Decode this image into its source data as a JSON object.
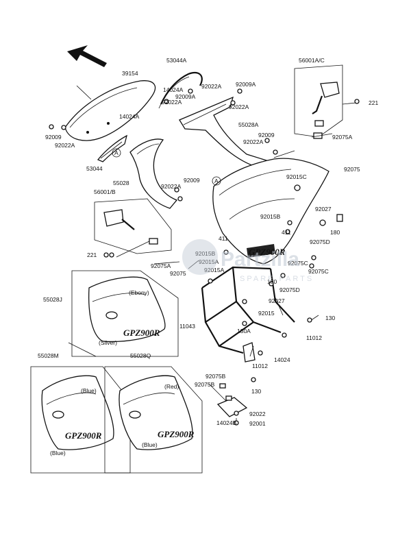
{
  "diagram": {
    "part_labels": {
      "l_39154": "39154",
      "l_53044A": "53044A",
      "l_56001AC": "56001A/C",
      "l_14024A_1": "14024A",
      "l_92022A_1": "92022A",
      "l_92009A_1": "92009A",
      "l_92009A_2": "92009A",
      "l_92022A_2": "92022A",
      "l_92022A_3": "92022A",
      "l_14024A_2": "14024A",
      "l_55028A": "55028A",
      "l_221_right": "221",
      "l_92009_left": "92009",
      "l_92022A_4": "92022A",
      "l_53044": "53044",
      "l_92009_2": "92009",
      "l_92022A_5": "92022A",
      "l_92075A_right": "92075A",
      "l_55028": "55028",
      "l_92009_3": "92009",
      "l_92022A_6": "92022A",
      "l_92075_right": "92075",
      "l_92015C": "92015C",
      "l_56001B": "56001/B",
      "l_92027_r": "92027",
      "l_92015B_1": "92015B",
      "l_180_r": "180",
      "l_411_1": "411",
      "l_92075D_1": "92075D",
      "l_411_2": "411",
      "l_221_left": "221",
      "l_92015B_2": "92015B",
      "l_92015A_1": "92015A",
      "l_92075A_left": "92075A",
      "l_92015A_2": "92015A",
      "l_92075_left": "92075",
      "l_92075C_1": "92075C",
      "l_92075C_2": "92075C",
      "l_55028J": "55028J",
      "l_180_m": "180",
      "l_92075D_2": "92075D",
      "l_92027_m": "92027",
      "l_ebony": "(Ebony)",
      "l_92015": "92015",
      "l_11043": "11043",
      "l_130_1": "130",
      "l_130A": "130A",
      "l_11012_1": "11012",
      "l_silver": "(Silver)",
      "l_14024": "14024",
      "l_55028M": "55028M",
      "l_55028Q": "55028Q",
      "l_11012_2": "11012",
      "l_92075B_1": "92075B",
      "l_92075B_2": "92075B",
      "l_130_2": "130",
      "l_blue_1": "(Blue)",
      "l_red": "(Red)",
      "l_14024B": "14024B",
      "l_92022": "92022",
      "l_92001": "92001",
      "l_blue_2": "(Blue)",
      "l_blue_3": "(Blue)",
      "l_callout_A1": "A",
      "l_callout_A2": "A"
    },
    "fairing_logo": "GPZ900R",
    "watermark": {
      "name": "Partzilla",
      "tagline": "SPARE PARTS"
    }
  }
}
